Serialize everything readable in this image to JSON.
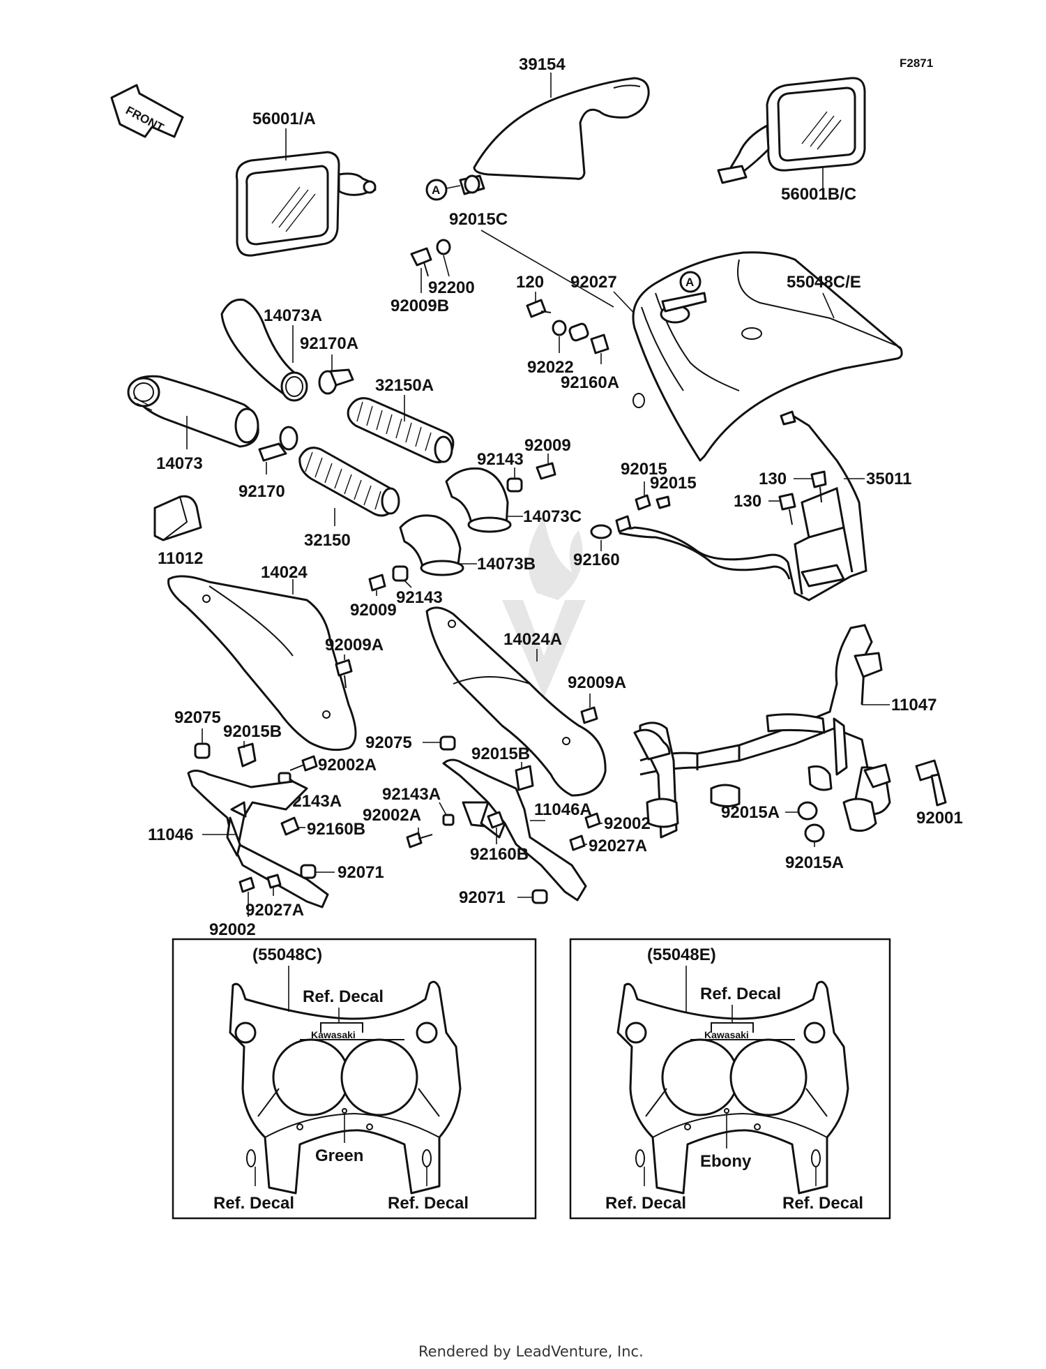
{
  "diagram_code": "F2871",
  "parts": {
    "p39154": "39154",
    "p56001A": "56001/A",
    "p56001BC": "56001B/C",
    "p92015C": "92015C",
    "p92200": "92200",
    "p92009B": "92009B",
    "p120": "120",
    "p92027": "92027",
    "p92022": "92022",
    "p92160A": "92160A",
    "p55048CE": "55048C/E",
    "p14073A": "14073A",
    "p92170A": "92170A",
    "p32150A": "32150A",
    "p14073": "14073",
    "p92170": "92170",
    "p32150": "32150",
    "p92143a": "92143",
    "p92009a": "92009",
    "p14073C": "14073C",
    "p14073B": "14073B",
    "p11012": "11012",
    "p92015a": "92015",
    "p92015b": "92015",
    "p92160": "92160",
    "p130a": "130",
    "p130b": "130",
    "p35011": "35011",
    "p14024": "14024",
    "p92009c": "92009",
    "p92143b": "92143",
    "p14024A": "14024A",
    "p92009A1": "92009A",
    "p92009A2": "92009A",
    "p11047": "11047",
    "p92075a": "92075",
    "p92015B1": "92015B",
    "p92002A1": "92002A",
    "p92143A1": "92143A",
    "p92160B1": "92160B",
    "p11046": "11046",
    "p92071a": "92071",
    "p92027A1": "92027A",
    "p92002a": "92002",
    "p92075b": "92075",
    "p92015B2": "92015B",
    "p92143A2": "92143A",
    "p92002A2": "92002A",
    "p11046A": "11046A",
    "p92002b": "92002",
    "p92027A2": "92027A",
    "p92160B2": "92160B",
    "p92071b": "92071",
    "p92015A1": "92015A",
    "p92015A2": "92015A",
    "p92001": "92001"
  },
  "callout_A": "A",
  "arrow_text": "FRONT",
  "inset_left": {
    "title": "(55048C)",
    "ref_top": "Ref. Decal",
    "brand": "Kawasaki",
    "color": "Green",
    "ref_left": "Ref. Decal",
    "ref_right": "Ref. Decal"
  },
  "inset_right": {
    "title": "(55048E)",
    "ref_top": "Ref. Decal",
    "brand": "Kawasaki",
    "color": "Ebony",
    "ref_left": "Ref. Decal",
    "ref_right": "Ref. Decal"
  },
  "footer": "Rendered by LeadVenture, Inc."
}
